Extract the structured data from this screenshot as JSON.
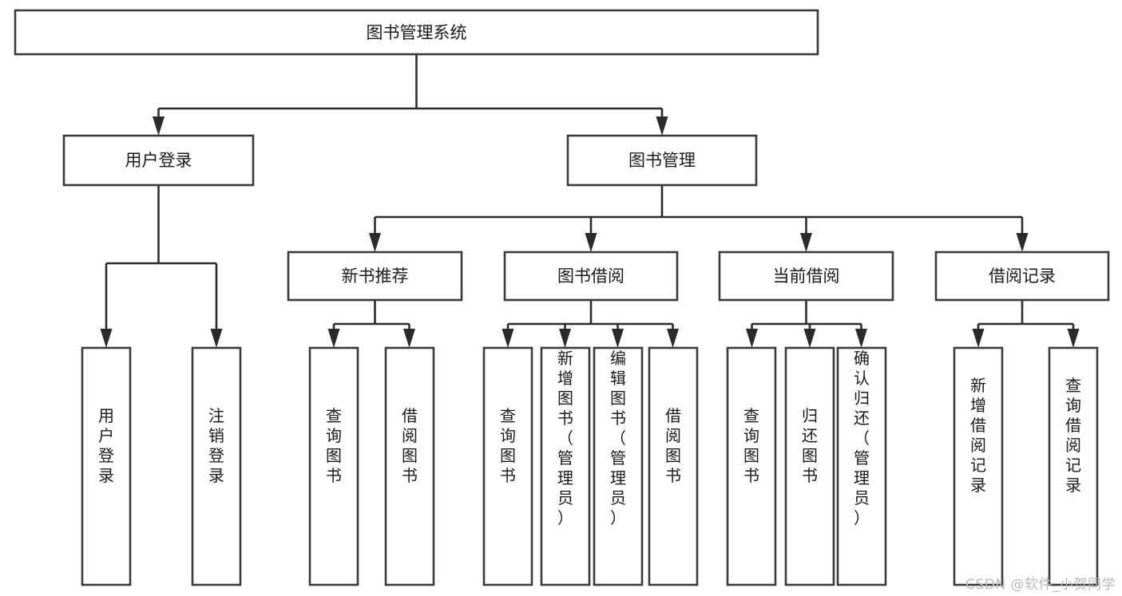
{
  "diagram": {
    "title": "图书管理系统",
    "type": "tree-hierarchy-chart",
    "root": {
      "id": "root",
      "label": "图书管理系统"
    },
    "level2": [
      {
        "id": "user-login",
        "label": "用户登录"
      },
      {
        "id": "book-manage",
        "label": "图书管理"
      }
    ],
    "level3": [
      {
        "id": "new-book-recommend",
        "label": "新书推荐",
        "parent": "book-manage"
      },
      {
        "id": "book-borrow",
        "label": "图书借阅",
        "parent": "book-manage"
      },
      {
        "id": "current-borrow",
        "label": "当前借阅",
        "parent": "book-manage"
      },
      {
        "id": "borrow-record",
        "label": "借阅记录",
        "parent": "book-manage"
      }
    ],
    "leaves": [
      {
        "id": "leaf-user-login",
        "label": "用户登录",
        "parent": "user-login"
      },
      {
        "id": "leaf-logout-login",
        "label": "注销登录",
        "parent": "user-login"
      },
      {
        "id": "leaf-query-book-1",
        "label": "查询图书",
        "parent": "new-book-recommend"
      },
      {
        "id": "leaf-borrow-book-1",
        "label": "借阅图书",
        "parent": "new-book-recommend"
      },
      {
        "id": "leaf-query-book-2",
        "label": "查询图书",
        "parent": "book-borrow"
      },
      {
        "id": "leaf-add-book",
        "label": "新增图书（管理员）",
        "parent": "book-borrow"
      },
      {
        "id": "leaf-edit-book",
        "label": "编辑图书（管理员）",
        "parent": "book-borrow"
      },
      {
        "id": "leaf-borrow-book-2",
        "label": "借阅图书",
        "parent": "book-borrow"
      },
      {
        "id": "leaf-query-book-3",
        "label": "查询图书",
        "parent": "current-borrow"
      },
      {
        "id": "leaf-return-book",
        "label": "归还图书",
        "parent": "current-borrow"
      },
      {
        "id": "leaf-confirm-return",
        "label": "确认归还（管理员）",
        "parent": "current-borrow"
      },
      {
        "id": "leaf-add-record",
        "label": "新增借阅记录",
        "parent": "borrow-record"
      },
      {
        "id": "leaf-query-record",
        "label": "查询借阅记录",
        "parent": "borrow-record"
      }
    ],
    "colors": {
      "box_stroke": "#3a3a3a",
      "box_fill": "#ffffff",
      "connector": "#2b2b2b",
      "text": "#1a1a1a",
      "background": "#ffffff",
      "watermark": "#b9b9b9"
    }
  },
  "watermark": {
    "text": "CSDN @软件_小贺同学"
  }
}
